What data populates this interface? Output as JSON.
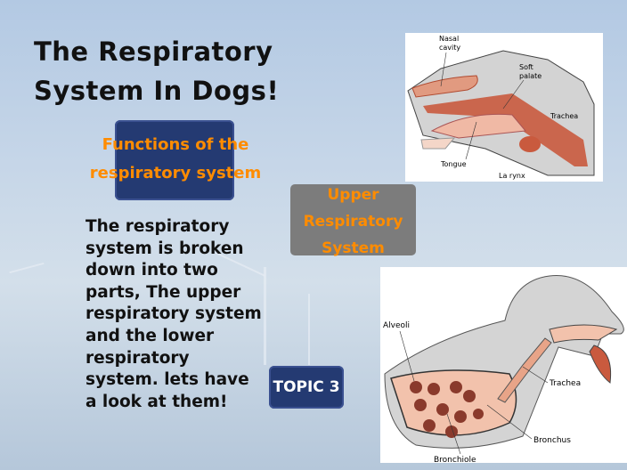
{
  "slide": {
    "title_line1": "The Respiratory",
    "title_line2": "System In Dogs!",
    "functions_button": {
      "line1": "Functions of the",
      "line2": "respiratory system"
    },
    "upper_button": {
      "line1": "Upper",
      "line2": "Respiratory",
      "line3": "System"
    },
    "topic_button": "TOPIC 3",
    "body": "The respiratory system is broken down into two parts, The upper respiratory system and the lower respiratory system. lets have a look at them!"
  },
  "upper_diagram": {
    "labels": {
      "nasal1": "Nasal",
      "nasal2": "cavity",
      "soft1": "Soft",
      "soft2": "palate",
      "trachea": "Trachea",
      "tongue": "Tongue",
      "larynx": "La rynx"
    }
  },
  "lower_diagram": {
    "labels": {
      "alveoli": "Alveoli",
      "trachea": "Trachea",
      "bronchus": "Bronchus",
      "bronchiole": "Bronchiole"
    }
  },
  "colors": {
    "navy": "#243a72",
    "orange": "#ff8c00",
    "gray": "#7c7c7c"
  }
}
